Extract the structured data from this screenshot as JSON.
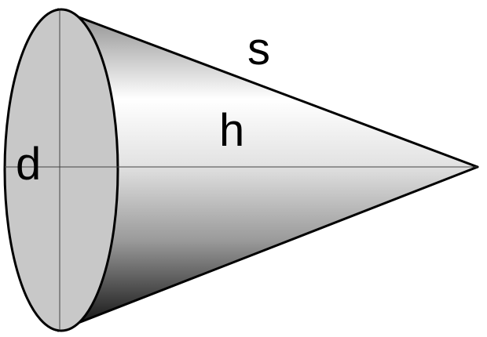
{
  "labels": {
    "diameter": "d",
    "height": "h",
    "slant": "s"
  },
  "colors": {
    "outline": "#000000",
    "base_fill": "#c8c8c8",
    "surface_light": "#ffffff",
    "surface_dark": "#000000",
    "axis_line": "#555555"
  }
}
